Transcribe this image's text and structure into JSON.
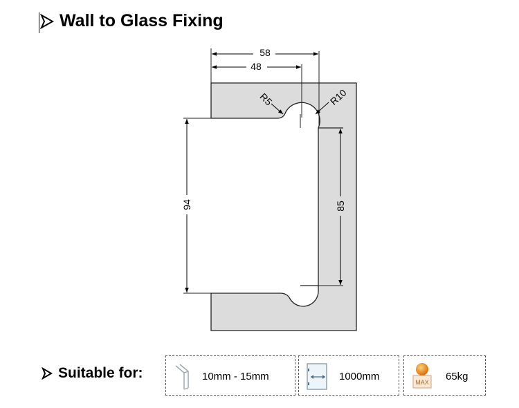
{
  "header": {
    "title": "Wall to Glass Fixing",
    "bullet_icon": "arrow-bullet-icon"
  },
  "dimensions": {
    "overall_width": "58",
    "inner_width": "48",
    "wall_height": "94",
    "glass_height": "85",
    "radius_small": "R5",
    "radius_large": "R10"
  },
  "colors": {
    "plate_fill": "#dcdcdc",
    "outline": "#222222",
    "accent_orange": "#f08a1c"
  },
  "suitable": {
    "label": "Suitable for:",
    "specs": [
      {
        "icon": "glass-thickness-icon",
        "value": "10mm - 15mm"
      },
      {
        "icon": "door-width-icon",
        "value": "1000mm"
      },
      {
        "icon": "max-weight-icon",
        "icon_text": "MAX",
        "value": "65kg"
      }
    ]
  }
}
